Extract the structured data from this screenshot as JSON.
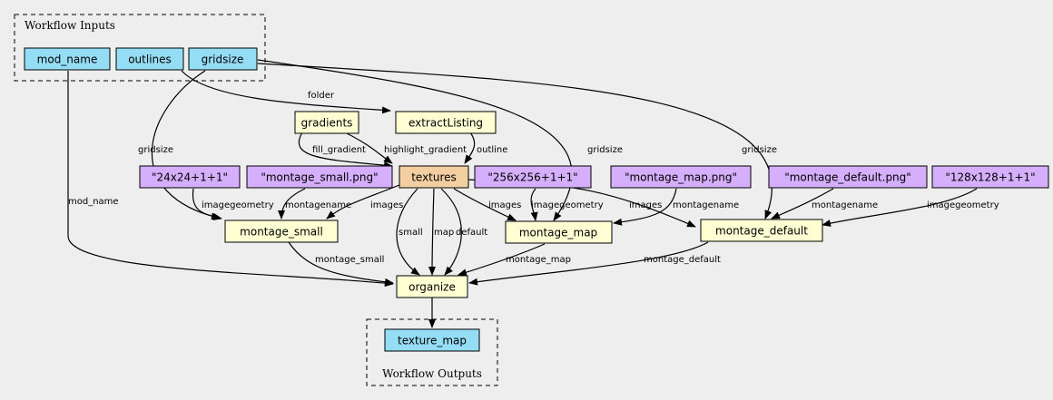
{
  "clusters": {
    "inputs_label": "Workflow Inputs",
    "outputs_label": "Workflow Outputs"
  },
  "nodes": {
    "mod_name": "mod_name",
    "outlines": "outlines",
    "gridsize": "gridsize",
    "gradients": "gradients",
    "extractListing": "extractListing",
    "textures": "textures",
    "const_24x24": "\"24x24+1+1\"",
    "const_montage_small_png": "\"montage_small.png\"",
    "const_256x256": "\"256x256+1+1\"",
    "const_montage_map_png": "\"montage_map.png\"",
    "const_montage_default_png": "\"montage_default.png\"",
    "const_128x128": "\"128x128+1+1\"",
    "montage_small": "montage_small",
    "montage_map": "montage_map",
    "montage_default": "montage_default",
    "organize": "organize",
    "texture_map": "texture_map"
  },
  "edge_labels": {
    "folder": "folder",
    "fill_gradient": "fill_gradient",
    "highlight_gradient": "highlight_gradient",
    "outline": "outline",
    "gridsize_small": "gridsize",
    "gridsize_map": "gridsize",
    "gridsize_default": "gridsize",
    "mod_name": "mod_name",
    "imagegeometry_small": "imagegeometry",
    "montagename_small": "montagename",
    "images_small": "images",
    "small": "small",
    "map": "map",
    "default": "default",
    "images_map": "images",
    "imagegeometry_map": "imagegeometry",
    "images_default": "images",
    "montagename_map": "montagename",
    "montagename_default": "montagename",
    "imagegeometry_default": "imagegeometry",
    "montage_small": "montage_small",
    "montage_map": "montage_map",
    "montage_default": "montage_default"
  }
}
